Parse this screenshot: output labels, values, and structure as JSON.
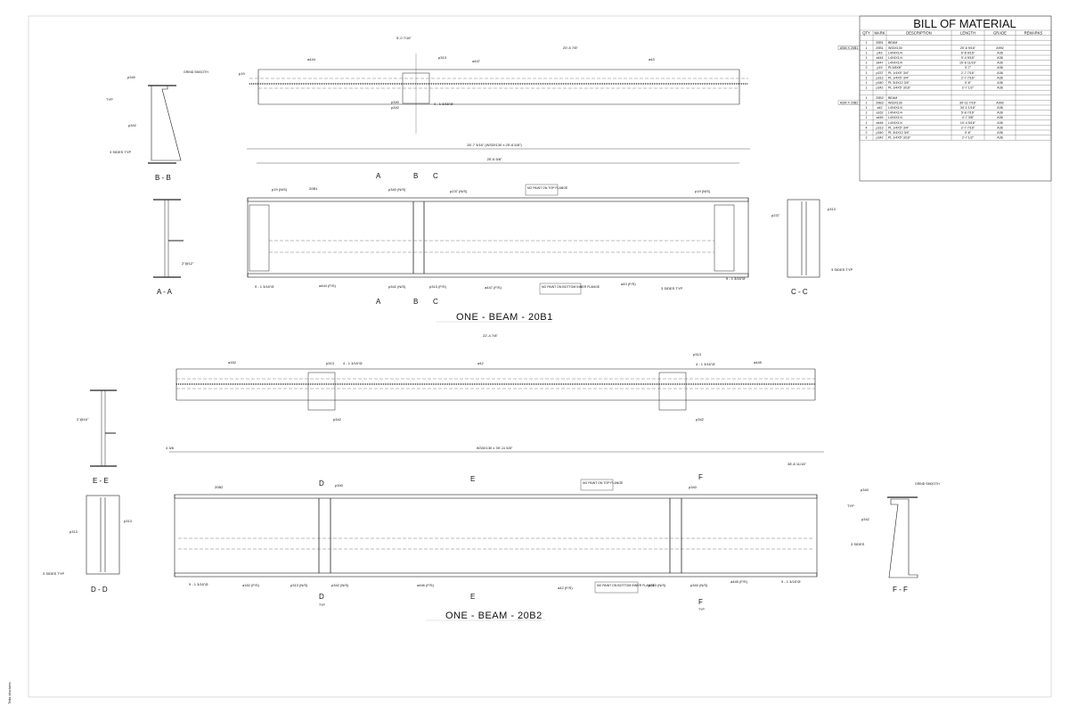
{
  "bom": {
    "title": "BILL OF MATERIAL",
    "columns": [
      "QTY",
      "MARK",
      "DESCRIPTION",
      "LENGTH",
      "GRADE",
      "REMARKS"
    ],
    "assemblies": [
      {
        "label": "ASM X 20B1",
        "rows": [
          [
            "1",
            "20B1",
            "BEAM",
            "",
            "",
            ""
          ],
          [
            "1",
            "20B1",
            "W33X130",
            "25'-6 9/16\"",
            "A992",
            ""
          ],
          [
            "1",
            "p43",
            "L4X4X1/4",
            "5'-8 9/16\"",
            "A36",
            ""
          ],
          [
            "1",
            "a444",
            "L4X4X1/4",
            "9'-4 9/16\"",
            "A36",
            ""
          ],
          [
            "1",
            "a447",
            "L4X4X1/4",
            "15'-8 11/16\"",
            "A36",
            ""
          ],
          [
            "2",
            "p19",
            "PL3/8X8\"",
            "3'-7\"",
            "A36",
            ""
          ],
          [
            "1",
            "p237",
            "PL 1/4X5\" 3/4\"",
            "2'-7 7/16\"",
            "A36",
            ""
          ],
          [
            "1",
            "p313",
            "PL 1/4X5\" 3/4\"",
            "2'-7 7/16\"",
            "A36",
            ""
          ],
          [
            "1",
            "p340",
            "PL 3/4X12 3/4\"",
            "0'-6\"",
            "A36",
            ""
          ],
          [
            "1",
            "p342",
            "PL 1/4X5\" 3/16\"",
            "2'-7 1/2\"",
            "A36",
            ""
          ]
        ]
      },
      {
        "label": "ASM X 20B2",
        "rows": [
          [
            "1",
            "20B2",
            "BEAM",
            "",
            "",
            ""
          ],
          [
            "1",
            "20B2",
            "W33X130",
            "39'-11 7/16\"",
            "A992",
            ""
          ],
          [
            "1",
            "a42",
            "L4X4X1/4",
            "34'-1 1/16\"",
            "A36",
            ""
          ],
          [
            "1",
            "a162",
            "L4X4X1/4",
            "5'-8 7/16\"",
            "A36",
            ""
          ],
          [
            "1",
            "a445",
            "L4X4X1/4",
            "4'-7 3/8\"",
            "A36",
            ""
          ],
          [
            "1",
            "a446",
            "L4X4X1/4",
            "10'-4 5/16\"",
            "A36",
            ""
          ],
          [
            "4",
            "p313",
            "PL 1/4X5\" 3/4\"",
            "2'-7 7/16\"",
            "A36",
            ""
          ],
          [
            "2",
            "p340",
            "PL 3/4X12 3/4\"",
            "0'-6\"",
            "A36",
            ""
          ],
          [
            "2",
            "p342",
            "PL 1/4X5\" 3/16\"",
            "2'-7 1/2\"",
            "A36",
            ""
          ]
        ]
      }
    ]
  },
  "beam1": {
    "title": "ONE - BEAM - 20B1",
    "overall_dim": "26'-7 3/16\" (W33X130 x 25'-6 5/8\")",
    "top_dim": "25'-6 5/8\"",
    "plan_dim_left": "5'-0 7/16\"",
    "plan_dim_right": "20'-5 7/8\"",
    "labels": {
      "p19_ns": "p19 (N/S)",
      "mark": "20B1",
      "p340_ns": "p340 (N/S)",
      "p237_ns": "p237 (N/S)",
      "no_paint_top": "NO PAINT ON TOP FLANGE",
      "no_paint_bottom": "NO PAINT ON BOTTOM INNER FLANGE",
      "p19_ns_r": "p19 (N/S)",
      "a444_fs": "a444 (F/S)",
      "p342_ns": "p342 (N/S)",
      "p313_fs": "p313 (F/S)",
      "a447_fs": "a447 (F/S)",
      "a43_fs": "a43 (F/S)",
      "three_sides": "3 SIDES TYP",
      "a444": "a444",
      "a447": "a447",
      "a43": "a43",
      "p19": "p19",
      "p313": "p313",
      "p340": "p340",
      "p342": "p342",
      "bolts": "4 - 1 3/16\"Ø",
      "bolts_l": "9 - 1 3/16\"Ø",
      "bolts_r": "9 - 1 3/16\"Ø"
    }
  },
  "beam2": {
    "title": "ONE - BEAM - 20B2",
    "overall_dim": "W33X130 x 39'-11 5/8\"",
    "plan_dim": "22'-4 7/8\"",
    "left_end": "4 3/8",
    "right_end": "38'-8 11/16\"",
    "labels": {
      "mark": "20B2",
      "p340": "p340",
      "no_paint_top": "NO PAINT ON TOP FLANGE",
      "no_paint_bottom": "NO PAINT ON BOTTOM INNER FLANGE",
      "a162_fs": "a162 (F/S)",
      "p313_ns": "p313 (N/S)",
      "p342_ns": "p342 (N/S)",
      "a446_fs": "a446 (F/S)",
      "a42_fs": "a42 (F/S)",
      "p313_ns2": "p313 (N/S)",
      "p340_ns": "p340 (N/S)",
      "a445_fs": "a445 (F/S)",
      "a162": "a162",
      "a42": "a42",
      "a445": "a445",
      "p313": "p313",
      "p342": "p342",
      "bolts": "4 - 1 3/16\"Ø",
      "bolts_l": "9 - 1 3/16\"Ø",
      "bolts_r": "9 - 1 3/16\"Ø",
      "typ": "TYP"
    }
  },
  "sections": {
    "bb": "B - B",
    "aa": "A - A",
    "cc": "C - C",
    "ee": "E - E",
    "dd": "D - D",
    "ff": "F - F",
    "grind": "GRIND SMOOTH",
    "typ": "TYP",
    "three_sides_typ": "3 SIDES TYP",
    "three_sides": "3 SIDES",
    "p340": "p340",
    "p342": "p342",
    "p237": "p237",
    "p313": "p313",
    "dim_aa": "2\"@12\"",
    "dim_ee": "2\"@10\""
  },
  "cut_marks": {
    "A": "A",
    "B": "B",
    "C": "C",
    "D": "D",
    "E": "E",
    "F": "F"
  },
  "side_note": "Tekla structures"
}
